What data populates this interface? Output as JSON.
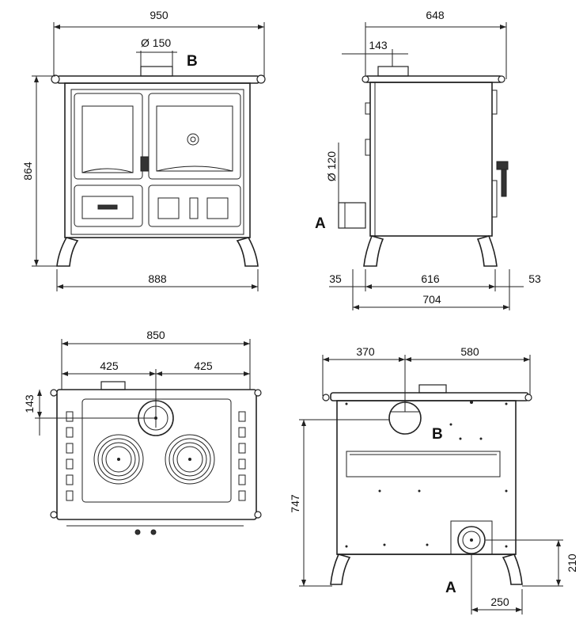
{
  "front_view": {
    "width_top": "950",
    "flue_diameter": "Ø 150",
    "flue_label": "B",
    "height": "864",
    "width_bottom": "888"
  },
  "side_view": {
    "depth_total": "648",
    "flue_offset": "143",
    "inlet_diameter": "Ø 120",
    "inlet_label": "A",
    "back_offset": "35",
    "body_depth": "616",
    "front_offset": "53",
    "depth_bottom": "704"
  },
  "top_view": {
    "width": "850",
    "half_left": "425",
    "half_right": "425",
    "flue_depth": "143"
  },
  "rear_view": {
    "left_offset": "370",
    "right_offset": "580",
    "flue_label": "B",
    "flue_height": "747",
    "inlet_height": "210",
    "inlet_label": "A",
    "inlet_offset": "250"
  },
  "colors": {
    "line": "#222222",
    "background": "#ffffff"
  }
}
